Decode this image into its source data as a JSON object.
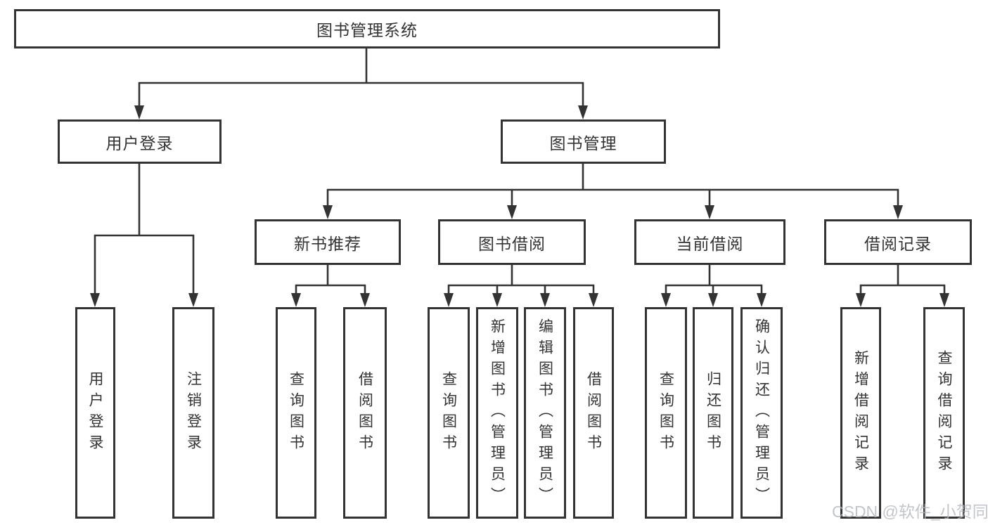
{
  "diagram_title": "图书管理系统",
  "colors": {
    "line": "#333333",
    "text": "#333333",
    "watermark": "#b3b7bd",
    "background": "#ffffff"
  },
  "nodes": {
    "root": {
      "label": "图书管理系统"
    },
    "userLogin": {
      "label": "用户登录"
    },
    "bookMgmt": {
      "label": "图书管理"
    },
    "newBook": {
      "label": "新书推荐"
    },
    "bookBorrow": {
      "label": "图书借阅"
    },
    "currentBorrow": {
      "label": "当前借阅"
    },
    "borrowRecords": {
      "label": "借阅记录"
    }
  },
  "leaves": {
    "userLogin1": {
      "label": "用户登录"
    },
    "userLogin2": {
      "label": "注销登录"
    },
    "newBook1": {
      "label": "查询图书"
    },
    "newBook2": {
      "label": "借阅图书"
    },
    "bookBorrow1": {
      "label": "查询图书"
    },
    "bookBorrow2": {
      "label": "新增图书（管理员）"
    },
    "bookBorrow3": {
      "label": "编辑图书（管理员）"
    },
    "bookBorrow4": {
      "label": "借阅图书"
    },
    "currentBorrow1": {
      "label": "查询图书"
    },
    "currentBorrow2": {
      "label": "归还图书"
    },
    "currentBorrow3": {
      "label": "确认归还（管理员）"
    },
    "records1": {
      "label": "新增借阅记录"
    },
    "records2": {
      "label": "查询借阅记录"
    }
  },
  "watermark": {
    "text": "CSDN @软件_小贺同学"
  },
  "tree": {
    "root": "图书管理系统",
    "children": [
      {
        "label": "用户登录",
        "children": [
          "用户登录",
          "注销登录"
        ]
      },
      {
        "label": "图书管理",
        "children": [
          {
            "label": "新书推荐",
            "children": [
              "查询图书",
              "借阅图书"
            ]
          },
          {
            "label": "图书借阅",
            "children": [
              "查询图书",
              "新增图书（管理员）",
              "编辑图书（管理员）",
              "借阅图书"
            ]
          },
          {
            "label": "当前借阅",
            "children": [
              "查询图书",
              "归还图书",
              "确认归还（管理员）"
            ]
          },
          {
            "label": "借阅记录",
            "children": [
              "新增借阅记录",
              "查询借阅记录"
            ]
          }
        ]
      }
    ]
  }
}
